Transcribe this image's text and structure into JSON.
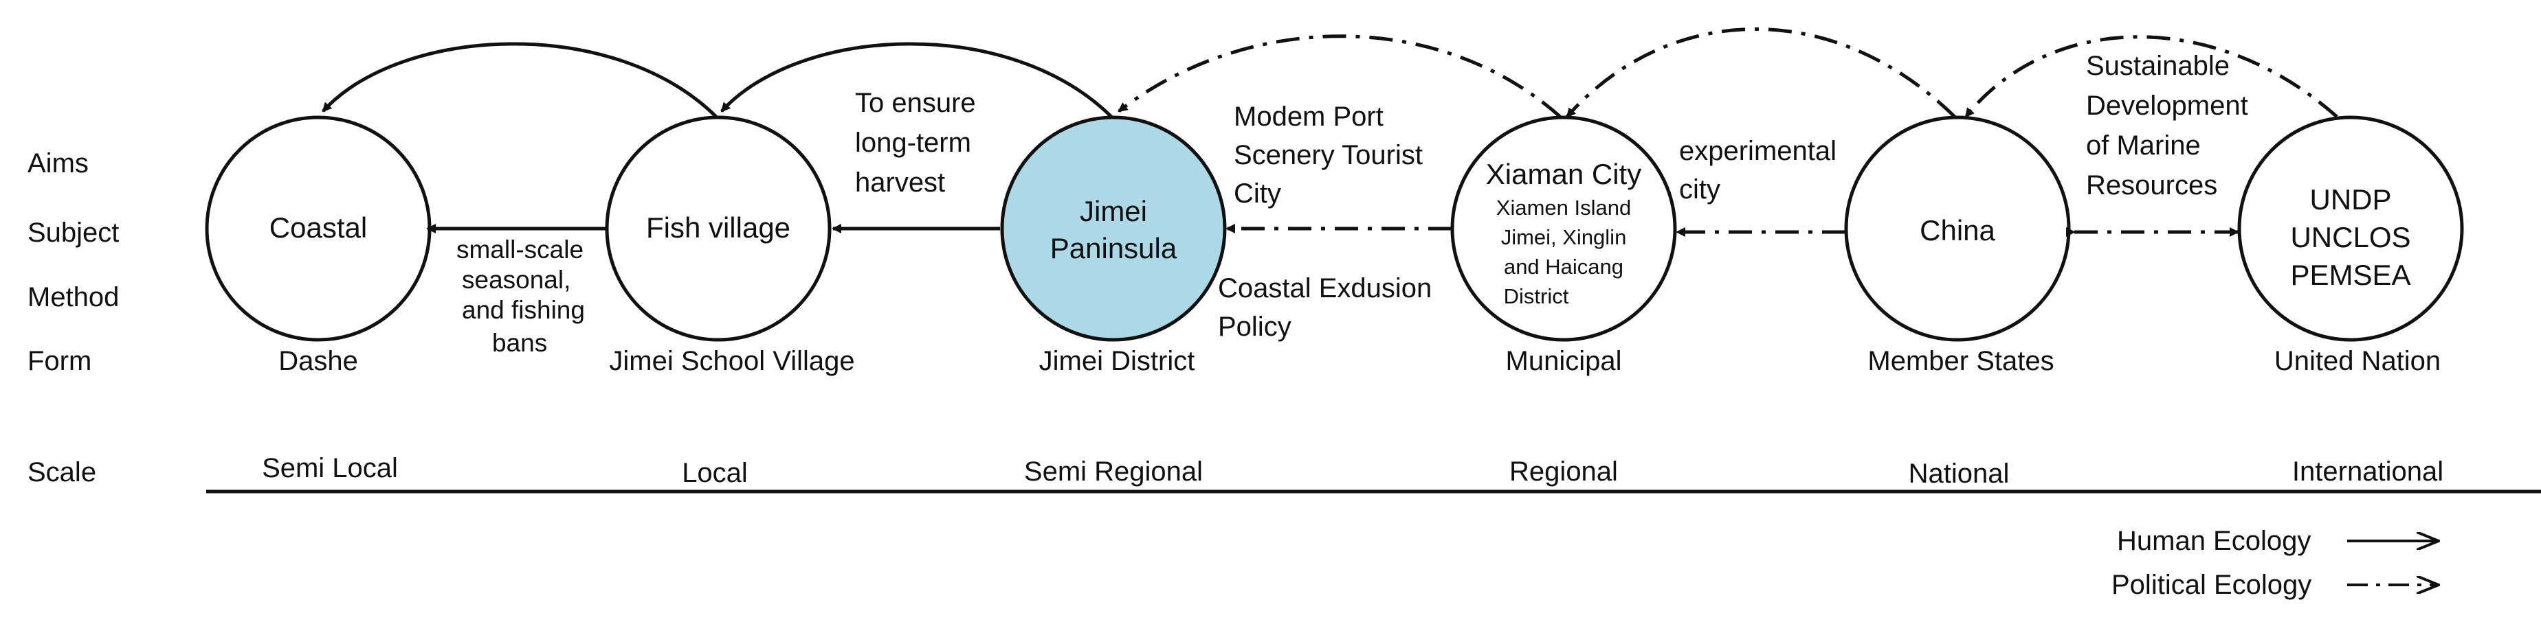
{
  "row_labels": {
    "aims": "Aims",
    "subject": "Subject",
    "method": "Method",
    "form": "Form",
    "scale": "Scale"
  },
  "nodes": {
    "coastal": {
      "title": "Coastal",
      "form": "Dashe",
      "scale": "Semi Local",
      "fill": "#ffffff"
    },
    "fish_village": {
      "title": "Fish village",
      "form": "Jimei School Village",
      "scale": "Local",
      "fill": "#ffffff"
    },
    "jimei": {
      "title_line1": "Jimei",
      "title_line2": "Paninsula",
      "form": "Jimei District",
      "scale": "Semi Regional",
      "fill": "#add8e6"
    },
    "xiamen": {
      "title": "Xiaman City",
      "detail_line1": "Xiamen Island",
      "detail_line2": "Jimei, Xinglin",
      "detail_line3": "and Haicang",
      "detail_line4": "District",
      "form": "Municipal",
      "scale": "Regional",
      "fill": "#ffffff"
    },
    "china": {
      "title": "China",
      "form": "Member States",
      "scale": "National",
      "fill": "#ffffff"
    },
    "un": {
      "line1": "UNDP",
      "line2": "UNCLOS",
      "line3": "PEMSEA",
      "form": "United Nation",
      "scale": "International",
      "fill": "#ffffff"
    }
  },
  "annotations": {
    "small_scale_line1": "small-scale",
    "small_scale_line2": "seasonal,",
    "small_scale_line3": "and fishing",
    "small_scale_line4": "bans",
    "harvest_line1": "To ensure",
    "harvest_line2": "long-term",
    "harvest_line3": "harvest",
    "port_line1": "Modem Port",
    "port_line2": "Scenery Tourist",
    "port_line3": "City",
    "exclusion_line1": "Coastal Exdusion",
    "exclusion_line2": "Policy",
    "experimental_line1": "experimental",
    "experimental_line2": "city",
    "sustainable_line1": "Sustainable",
    "sustainable_line2": "Development",
    "sustainable_line3": "of Marine",
    "sustainable_line4": "Resources"
  },
  "legend": {
    "human": "Human Ecology",
    "political": "Political Ecology"
  },
  "colors": {
    "line": "#111111",
    "highlight": "#add8e6"
  }
}
